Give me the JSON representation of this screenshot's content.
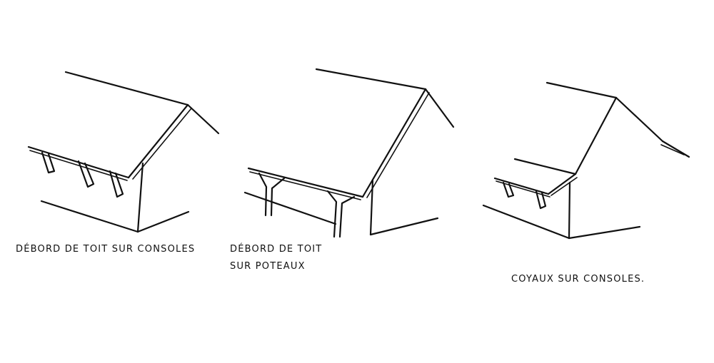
{
  "captions": {
    "sketch_1": "Débord de toit sur consoles",
    "sketch_2_line1": "Débord de toit",
    "sketch_2_line2": "sur Poteaux",
    "sketch_3": "Coyaux sur consoles."
  },
  "colors": {
    "ink": "#111111",
    "paper": "#ffffff"
  }
}
